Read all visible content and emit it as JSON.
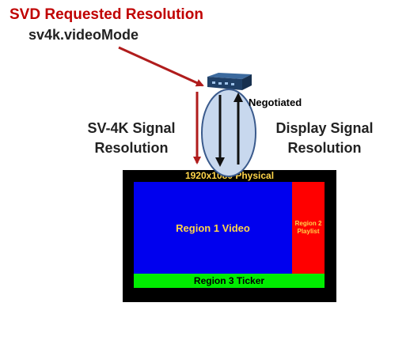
{
  "title": "SVD Requested Resolution",
  "subtitle": "sv4k.videoMode",
  "sv4k_signal": {
    "line1": "SV-4K Signal",
    "line2": "Resolution"
  },
  "display_signal": {
    "line1": "Display Signal",
    "line2": "Resolution"
  },
  "negotiated_label": "Negotiated",
  "screen": {
    "physical_label": "1920x1080 Physical",
    "region1_label": "Region 1 Video",
    "region2_line1": "Region 2",
    "region2_line2": "Playlist",
    "region3_label": "Region 3 Ticker"
  },
  "colors": {
    "title": "#c00000",
    "arrow_red": "#b01c1c",
    "region1": "#0000ee",
    "region2": "#ff0000",
    "region3": "#00ee00",
    "label_yellow": "#ffd54a",
    "ellipse_fill": "#c8d8ee",
    "ellipse_stroke": "#3a5a8c",
    "device_body": "#1f3f66"
  },
  "icons": {
    "device": "media-player-device-icon"
  }
}
